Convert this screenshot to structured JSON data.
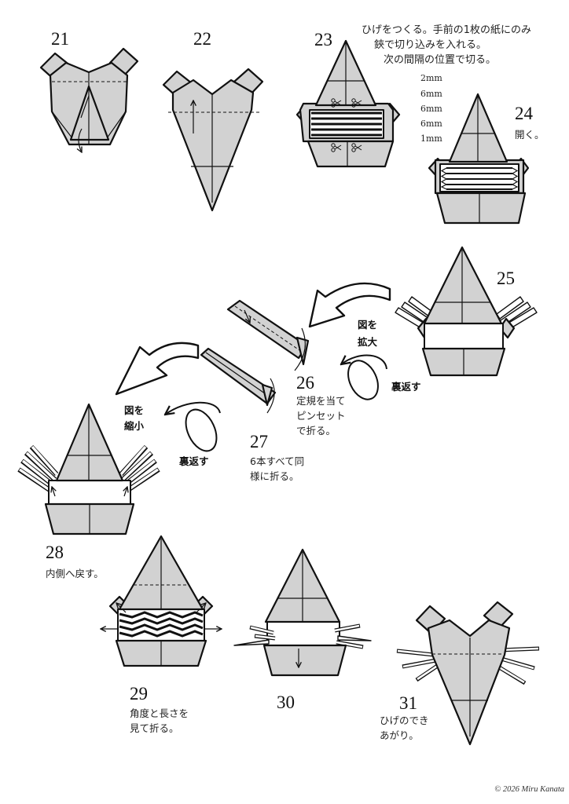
{
  "colors": {
    "paper": "#d2d2d2",
    "ink": "#111111",
    "background": "#ffffff"
  },
  "icons": [
    "scissors-icon",
    "enlarge-arrow-icon",
    "reduce-arrow-icon",
    "turn-over-icon",
    "fold-arrow-icon"
  ],
  "steps": {
    "s21": {
      "number": "21"
    },
    "s22": {
      "number": "22"
    },
    "s23": {
      "number": "23",
      "text": [
        "ひげをつくる。手前の1枚の紙にのみ",
        "鋏で切り込みを入れる。",
        "次の間隔の位置で切る。"
      ],
      "intervals": [
        "2mm",
        "6mm",
        "6mm",
        "6mm",
        "1mm"
      ]
    },
    "s24": {
      "number": "24",
      "text": [
        "開く。"
      ]
    },
    "s25": {
      "number": "25"
    },
    "s26": {
      "number": "26",
      "text": [
        "定規を当て",
        "ピンセット",
        "で折る。"
      ]
    },
    "s27": {
      "number": "27",
      "text": [
        "6本すべて同",
        "様に折る。"
      ]
    },
    "s28": {
      "number": "28",
      "text": [
        "内側へ戻す。"
      ]
    },
    "s29": {
      "number": "29",
      "text": [
        "角度と長さを",
        "見て折る。"
      ]
    },
    "s30": {
      "number": "30"
    },
    "s31": {
      "number": "31",
      "text": [
        "ひげのでき",
        "あがり。"
      ]
    }
  },
  "callouts": {
    "enlarge": [
      "図を",
      "拡大"
    ],
    "reduce": [
      "図を",
      "縮小"
    ],
    "turn_over_right": "裏返す",
    "turn_over_left": "裏返す"
  },
  "copyright": "© 2026 Miru Kanata"
}
